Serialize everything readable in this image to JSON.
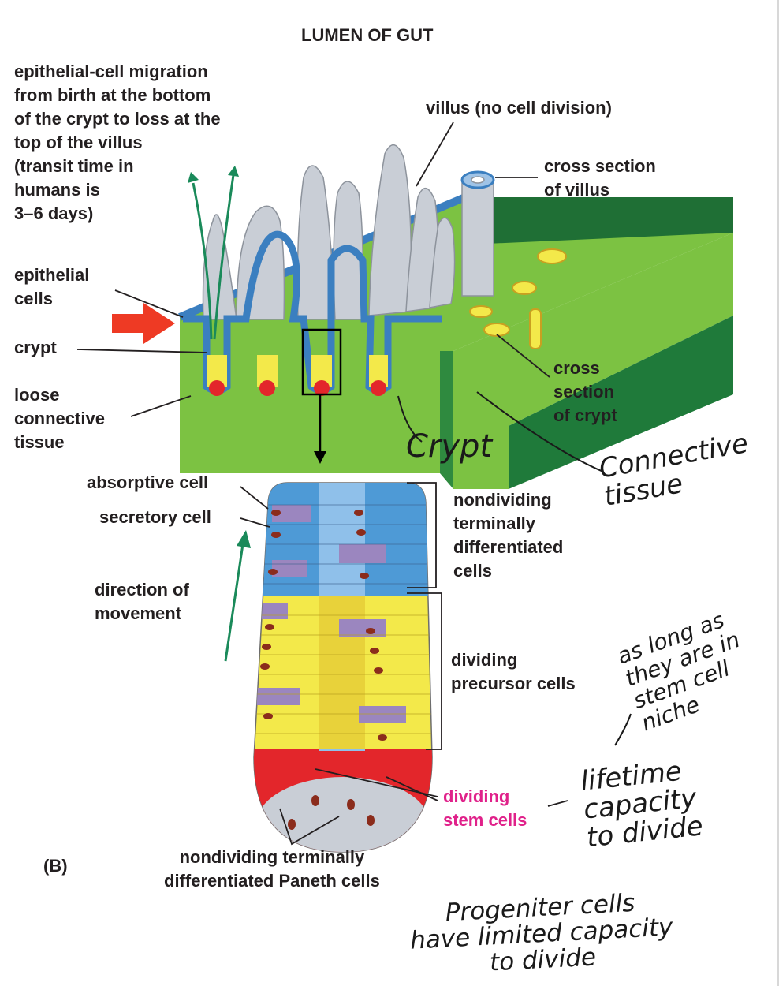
{
  "title": "LUMEN OF GUT",
  "labels": {
    "migration": "epithelial-cell migration\nfrom birth at the bottom\nof the crypt to loss at the\ntop of the villus\n(transit time in\nhumans is\n3–6 days)",
    "epithelial_cells": "epithelial\ncells",
    "crypt": "crypt",
    "loose_connective_tissue": "loose\nconnective\ntissue",
    "villus": "villus (no cell division)",
    "cross_section_villus": "cross section\nof villus",
    "cross_section_crypt": "cross\nsection\nof crypt",
    "absorptive_cell": "absorptive cell",
    "secretory_cell": "secretory cell",
    "direction_of_movement": "direction of\nmovement",
    "nondividing_terminally": "nondividing\nterminally\ndifferentiated\ncells",
    "dividing_precursor": "dividing\nprecursor cells",
    "dividing_stem_cells": "dividing\nstem cells",
    "paneth_cells": "nondividing terminally\ndifferentiated Paneth cells",
    "panel": "(B)"
  },
  "handwritten": {
    "crypt": "Crypt",
    "connective_tissue": "Connective\ntissue",
    "stem_niche": "as long as\nthey are in\nstem cell\nniche",
    "lifetime": "lifetime\ncapacity\nto divide",
    "progenitor": "Progeniter cells\nhave limited capacity\nto divide"
  },
  "colors": {
    "villus": "#c9ced6",
    "epithelium": "#4f8fcf",
    "tissue": "#7cc242",
    "tissue_dark": "#1f7a3a",
    "yellow": "#f3e94a",
    "red": "#e3262b",
    "purple": "#9b86bf",
    "blue_cell": "#4e9ad6",
    "arrow_green": "#1a8a5a",
    "arrow_red": "#ee3a24",
    "magenta": "#e0218a"
  }
}
